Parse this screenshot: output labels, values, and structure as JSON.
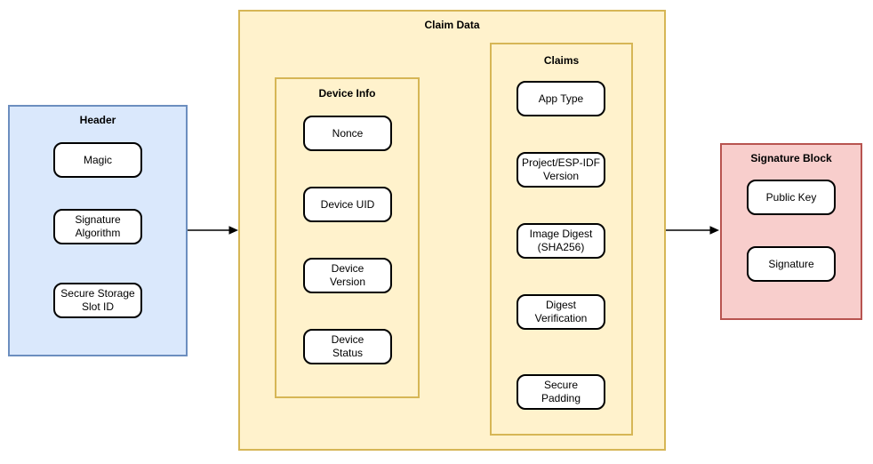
{
  "colors": {
    "header_fill": "#dae8fc",
    "header_stroke": "#6c8ebf",
    "claim_fill": "#fff2cc",
    "claim_stroke": "#d6b656",
    "signature_fill": "#f8cecc",
    "signature_stroke": "#b85450",
    "node_fill": "#ffffff",
    "node_stroke": "#000000",
    "arrow_stroke": "#000000"
  },
  "header": {
    "title": "Header",
    "nodes": [
      "Magic",
      "Signature\nAlgorithm",
      "Secure Storage\nSlot ID"
    ]
  },
  "claim_data": {
    "title": "Claim Data",
    "device_info": {
      "title": "Device Info",
      "nodes": [
        "Nonce",
        "Device UID",
        "Device\nVersion",
        "Device\nStatus"
      ]
    },
    "claims": {
      "title": "Claims",
      "nodes": [
        "App Type",
        "Project/ESP-IDF\nVersion",
        "Image Digest\n(SHA256)",
        "Digest\nVerification",
        "Secure\nPadding"
      ]
    }
  },
  "signature_block": {
    "title": "Signature Block",
    "nodes": [
      "Public Key",
      "Signature"
    ]
  },
  "connections": [
    {
      "from": "Header",
      "to": "Claim Data"
    },
    {
      "from": "Claim Data",
      "to": "Signature Block"
    }
  ]
}
